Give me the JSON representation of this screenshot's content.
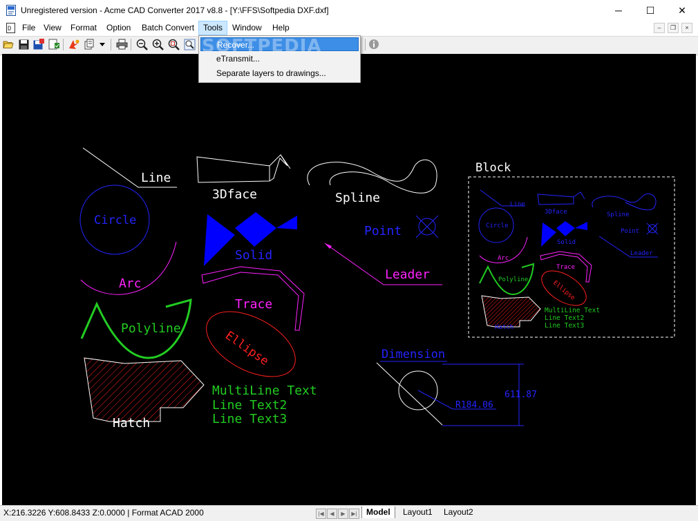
{
  "window": {
    "title": "Unregistered version - Acme CAD Converter 2017 v8.8 - [Y:\\FFS\\Softpedia DXF.dxf]",
    "minimize": "─",
    "maximize": "☐",
    "close": "✕"
  },
  "menu": {
    "items": [
      "File",
      "View",
      "Format",
      "Option",
      "Batch Convert",
      "Tools",
      "Window",
      "Help"
    ],
    "active": "Tools"
  },
  "tools_menu": {
    "items": [
      "Recover...",
      "eTransmit...",
      "Separate layers to drawings..."
    ],
    "highlighted": "Recover..."
  },
  "watermark": "SOFTPEDIA",
  "toolbar": {
    "icons": [
      "open-icon",
      "save-icon",
      "save-as-icon",
      "print-preview-icon",
      "pdf-convert-icon",
      "batch-icon",
      "print-icon",
      "zoom-out-icon",
      "zoom-in-icon",
      "zoom-window-icon",
      "zoom-extents-icon",
      "info-icon"
    ]
  },
  "drawing": {
    "line": "Line",
    "face3d": "3Dface",
    "spline": "Spline",
    "block": "Block",
    "circle": "Circle",
    "solid": "Solid",
    "point": "Point",
    "arc": "Arc",
    "leader": "Leader",
    "trace": "Trace",
    "polyline": "Polyline",
    "ellipse": "Ellipse",
    "multiline": "MultiLine Text",
    "line2": "Line Text2",
    "line3": "Line Text3",
    "hatch": "Hatch",
    "dimension": "Dimension",
    "radius": "R184.06",
    "linear": "611.87",
    "colors": {
      "white": "#ffffff",
      "blue": "#2424ff",
      "magenta": "#ff22ff",
      "red": "#ff2020",
      "green": "#22cc22",
      "solid_fill": "#0000ff"
    }
  },
  "status": {
    "coords": "X:216.3226 Y:608.8433 Z:0.0000 | Format ACAD 2000",
    "tabs": [
      "Model",
      "Layout1",
      "Layout2"
    ],
    "active_tab": "Model"
  }
}
